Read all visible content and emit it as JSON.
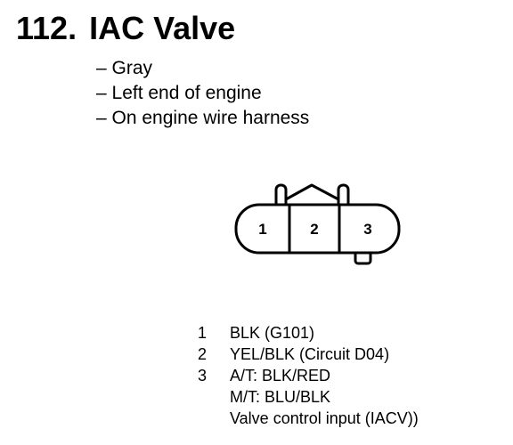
{
  "header": {
    "number": "112.",
    "title": "IAC Valve"
  },
  "details": [
    "– Gray",
    "– Left end of engine",
    "– On engine wire harness"
  ],
  "connector": {
    "pin_labels": [
      "1",
      "2",
      "3"
    ]
  },
  "pins": [
    {
      "number": "1",
      "lines": [
        "BLK (G101)"
      ]
    },
    {
      "number": "2",
      "lines": [
        "YEL/BLK (Circuit D04)"
      ]
    },
    {
      "number": "3",
      "lines": [
        "A/T: BLK/RED",
        "M/T: BLU/BLK",
        "Valve control input (IACV))"
      ]
    }
  ]
}
